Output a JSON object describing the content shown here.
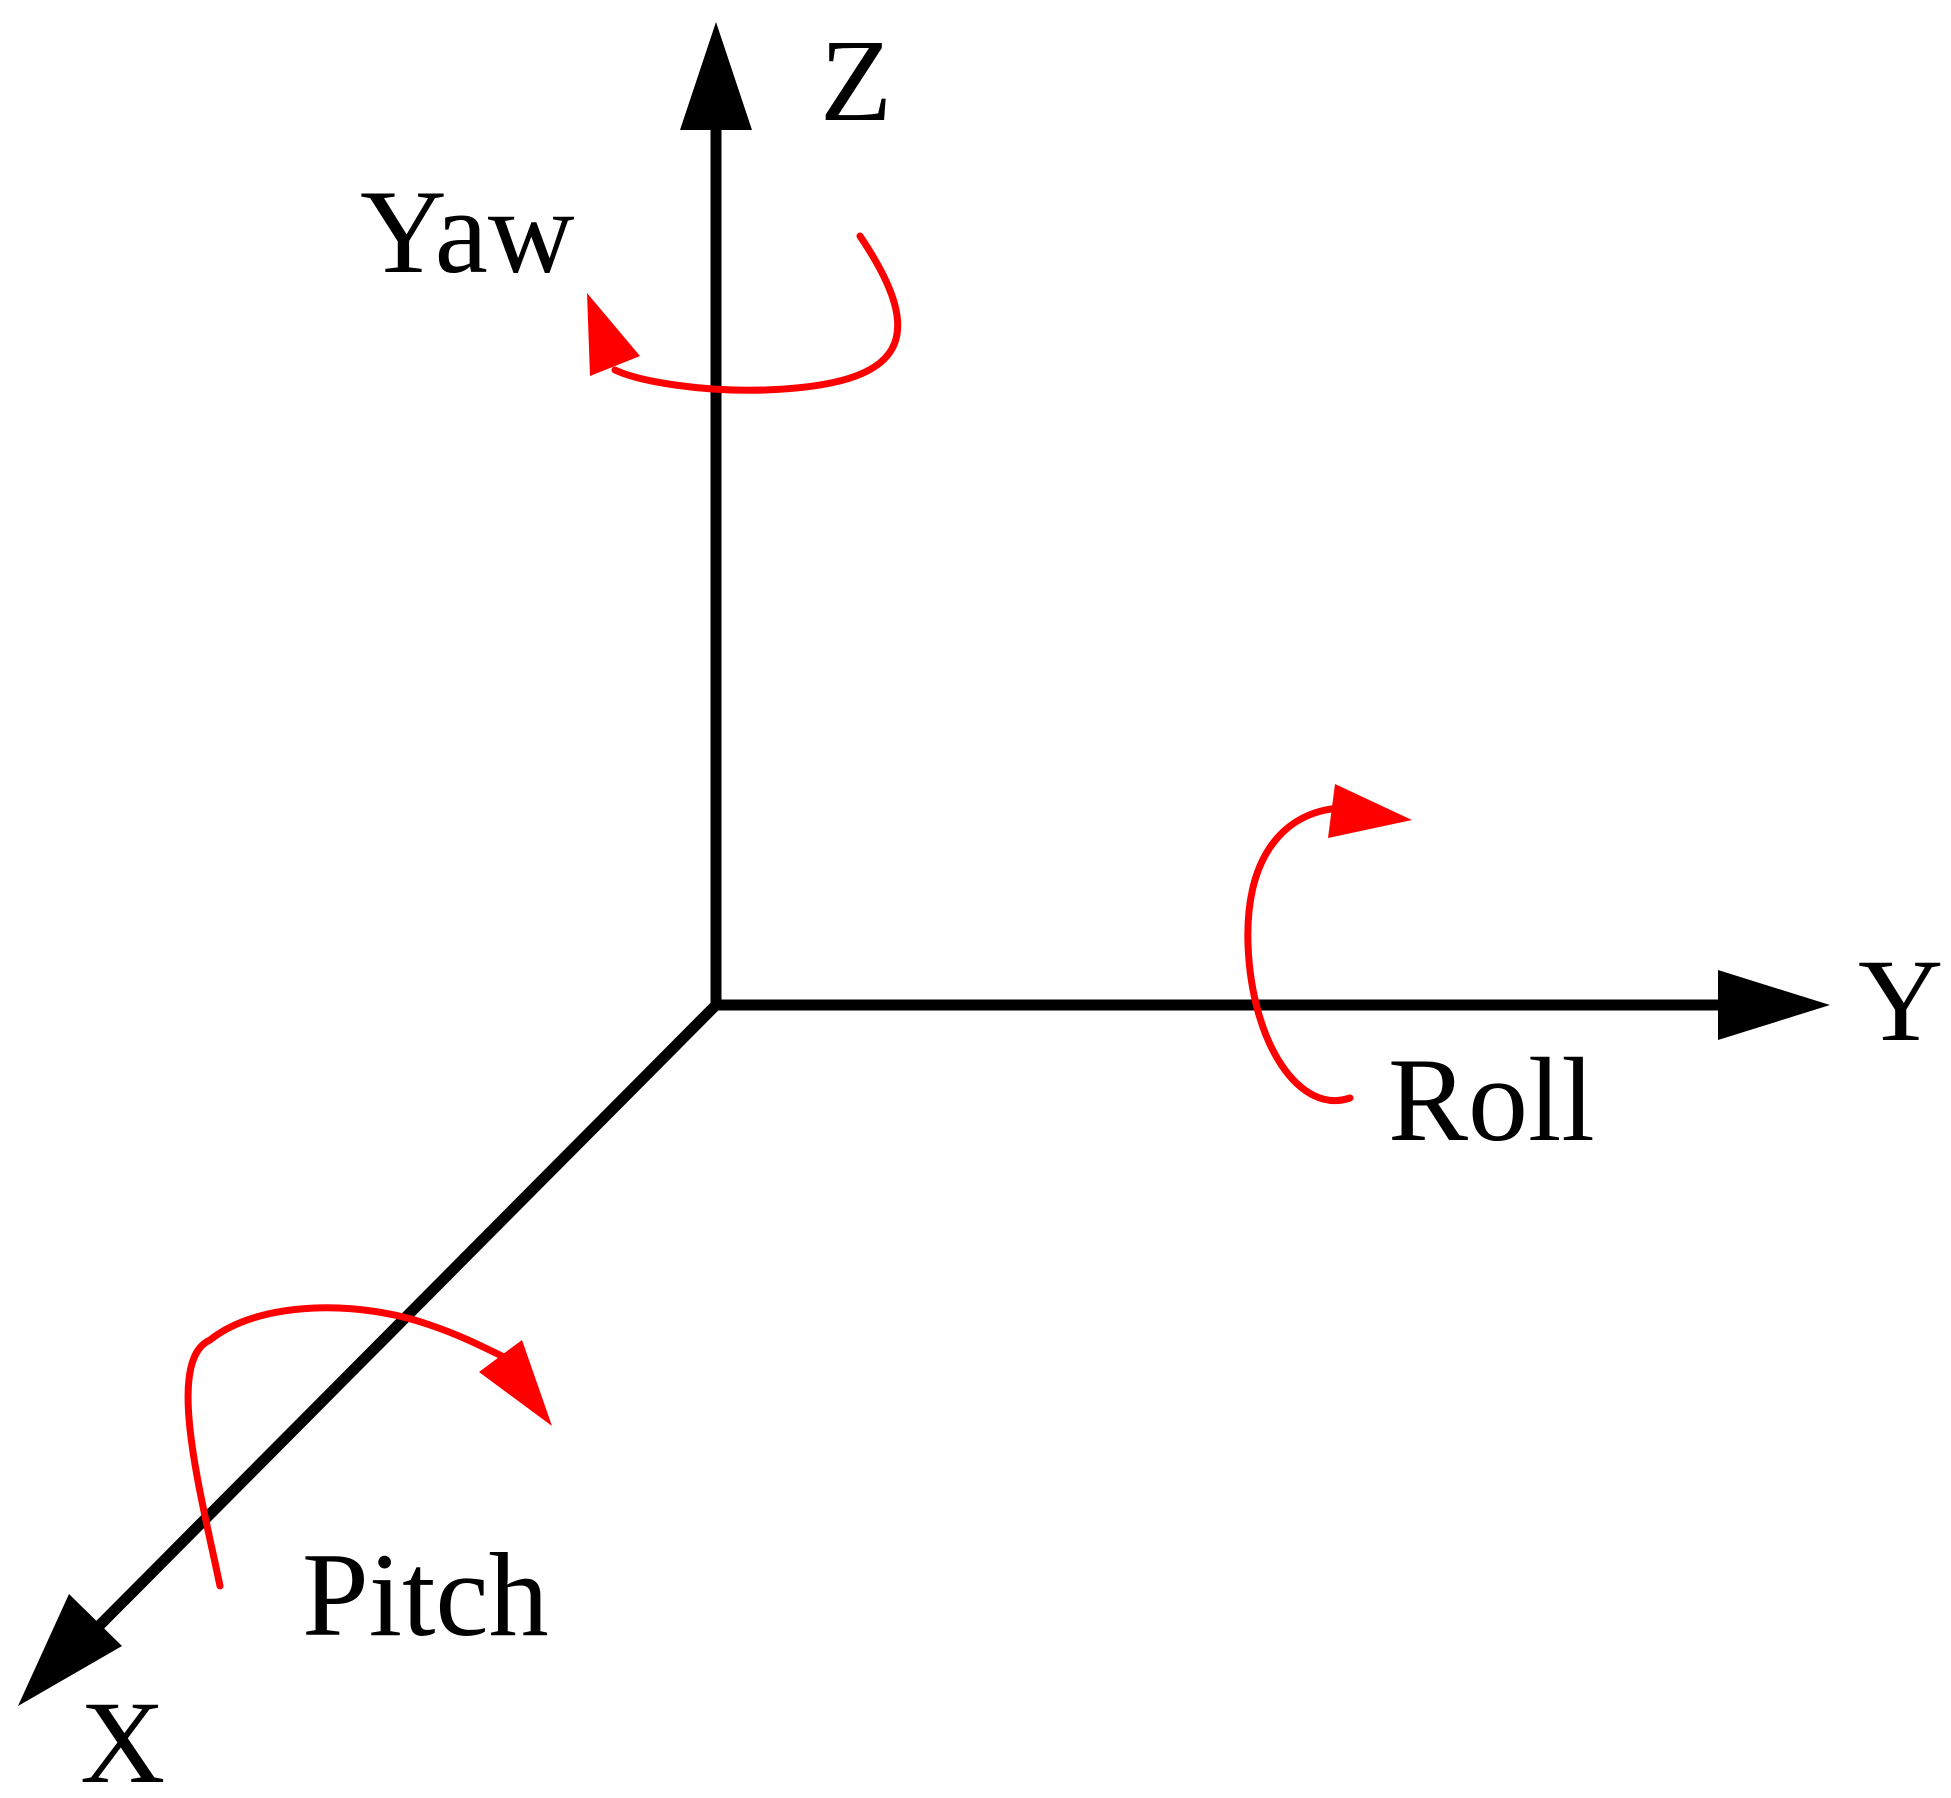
{
  "diagram": {
    "axes": {
      "z": {
        "label": "Z"
      },
      "y": {
        "label": "Y"
      },
      "x": {
        "label": "X"
      }
    },
    "rotations": {
      "yaw": {
        "label": "Yaw"
      },
      "roll": {
        "label": "Roll"
      },
      "pitch": {
        "label": "Pitch"
      }
    },
    "colors": {
      "axis": "#000000",
      "rotation": "#ff0000"
    }
  }
}
